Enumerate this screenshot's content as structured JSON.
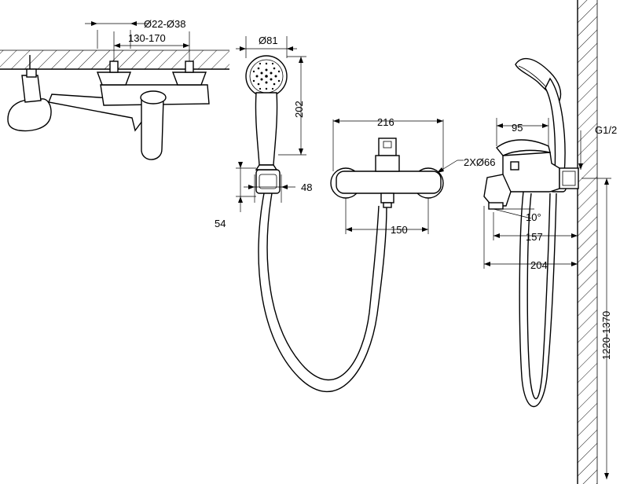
{
  "dimensions": {
    "pipe_diameter": "Ø22-Ø38",
    "spacing": "130-170",
    "head_diameter": "Ø81",
    "head_length": "202",
    "holder_width": "48",
    "holder_height": "54",
    "body_width": "216",
    "flange_diameter": "2XØ66",
    "center_spacing": "150",
    "lever_reach": "95",
    "thread": "G1/2",
    "spout_angle": "10°",
    "spout_reach_1": "157",
    "spout_reach_2": "204",
    "mount_height": "1220-1370"
  }
}
